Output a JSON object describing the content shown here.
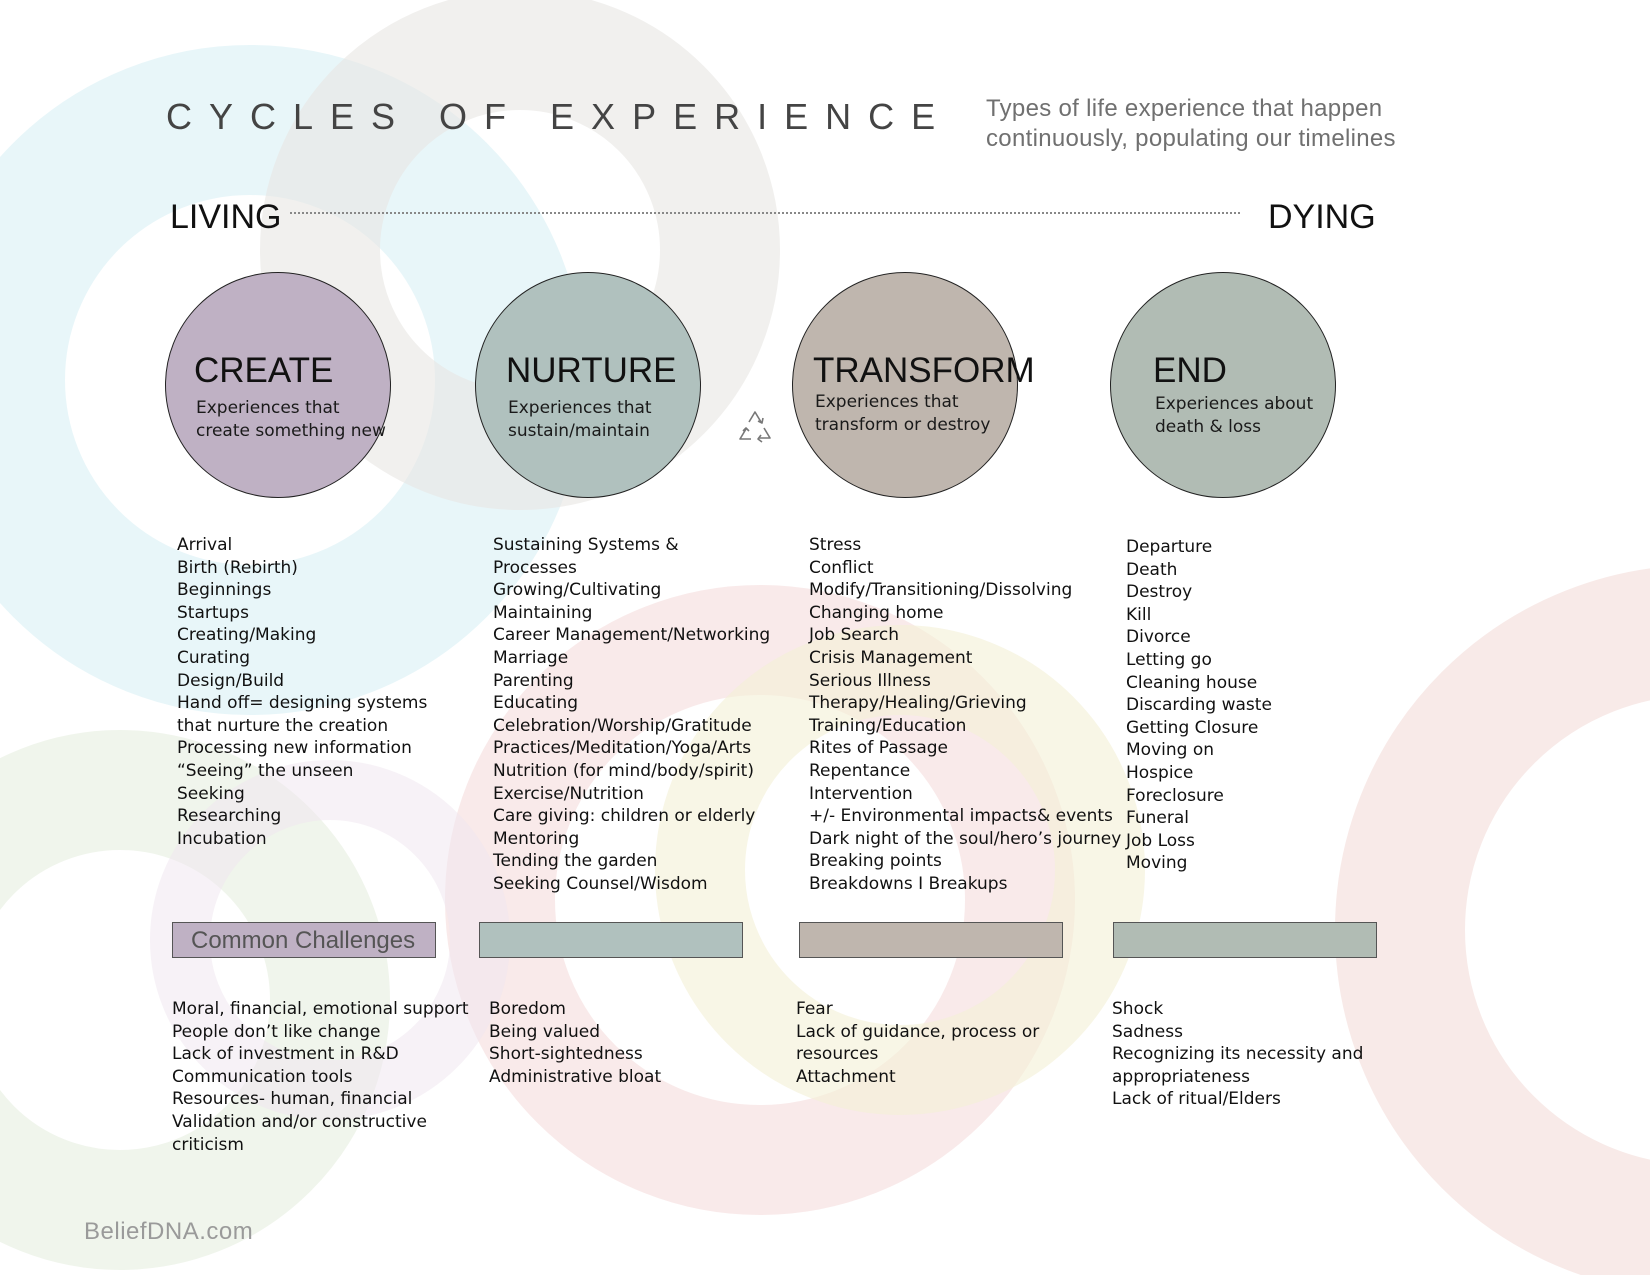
{
  "header": {
    "title": "CYCLES OF EXPERIENCE",
    "subtitle_line1": "Types of life experience that happen",
    "subtitle_line2": "continuously, populating our timelines"
  },
  "axis": {
    "left_label": "LIVING",
    "right_label": "DYING"
  },
  "colors": {
    "create": "#bfb1c4",
    "nurture": "#b0c1be",
    "transform": "#bfb6ae",
    "end": "#b1bcb4"
  },
  "stages": [
    {
      "title": "CREATE",
      "desc_line1": "Experiences that",
      "desc_line2": "create something new",
      "items": [
        "Arrival",
        "Birth (Rebirth)",
        "Beginnings",
        "Startups",
        "Creating/Making",
        "Curating",
        "Design/Build",
        "Hand off= designing systems",
        "that nurture the creation",
        "Processing new information",
        "“Seeing” the unseen",
        "Seeking",
        "Researching",
        "Incubation"
      ],
      "challenges": [
        "Moral, financial, emotional support",
        "People don’t like change",
        "Lack of investment in R&D",
        "Communication tools",
        "Resources- human, financial",
        "Validation and/or constructive",
        "criticism"
      ]
    },
    {
      "title": "NURTURE",
      "desc_line1": "Experiences that",
      "desc_line2": "sustain/maintain",
      "items": [
        "Sustaining Systems &",
        "Processes",
        "Growing/Cultivating",
        "Maintaining",
        "Career Management/Networking",
        "Marriage",
        "Parenting",
        "Educating",
        "Celebration/Worship/Gratitude",
        "Practices/Meditation/Yoga/Arts",
        "Nutrition (for mind/body/spirit)",
        "Exercise/Nutrition",
        "Care giving: children or elderly",
        "Mentoring",
        "Tending the garden",
        "Seeking Counsel/Wisdom"
      ],
      "challenges": [
        "Boredom",
        "Being valued",
        "Short-sightedness",
        "Administrative bloat"
      ]
    },
    {
      "title": "TRANSFORM",
      "desc_line1": "Experiences that",
      "desc_line2": "transform or destroy",
      "items": [
        "Stress",
        "Conflict",
        "Modify/Transitioning/Dissolving",
        "Changing home",
        "Job Search",
        "Crisis Management",
        "Serious Illness",
        "Therapy/Healing/Grieving",
        "Training/Education",
        "Rites of Passage",
        "Repentance",
        "Intervention",
        "+/- Environmental impacts& events",
        "Dark night of the soul/hero’s journey",
        "Breaking points",
        "Breakdowns I Breakups"
      ],
      "challenges": [
        "Fear",
        "Lack of guidance, process or",
        "resources",
        "Attachment"
      ]
    },
    {
      "title": "END",
      "desc_line1": "Experiences about",
      "desc_line2": "death & loss",
      "items": [
        "Departure",
        "Death",
        "Destroy",
        "Kill",
        "Divorce",
        "Letting go",
        "Cleaning house",
        "Discarding waste",
        "Getting Closure",
        "Moving on",
        "Hospice",
        "Foreclosure",
        "Funeral",
        "Job Loss",
        "Moving"
      ],
      "challenges": [
        "Shock",
        "Sadness",
        "Recognizing its necessity and",
        "appropriateness",
        "Lack of ritual/Elders"
      ]
    }
  ],
  "challenges_label": "Common Challenges",
  "icons": {
    "cycle": "recycle-icon"
  },
  "footer": "BeliefDNA.com"
}
